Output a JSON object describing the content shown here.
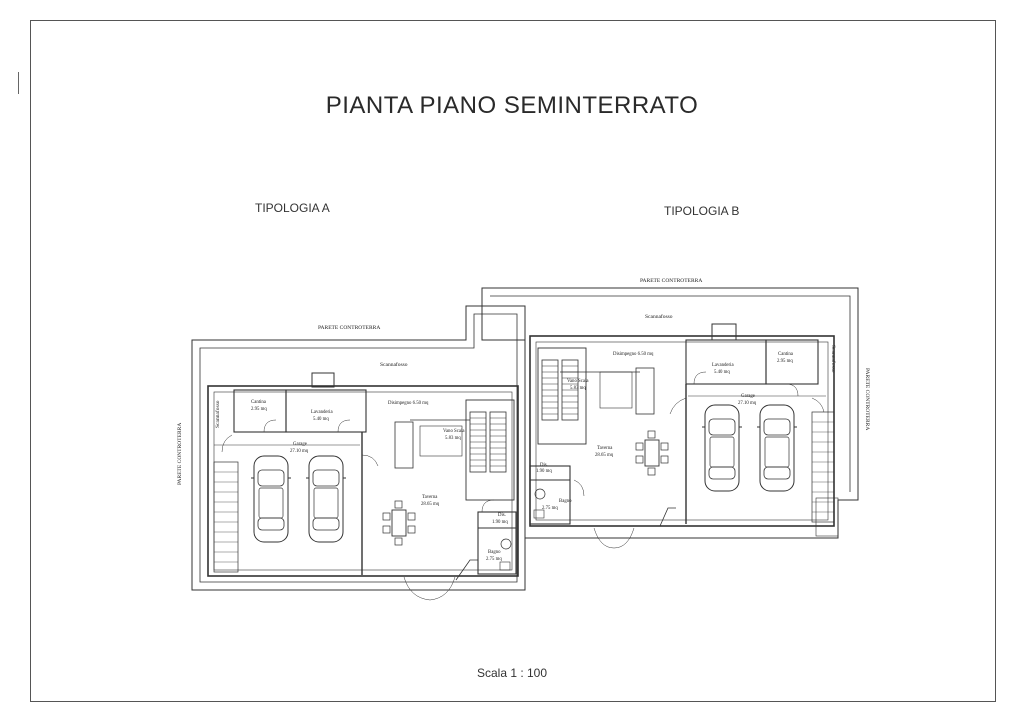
{
  "sheet": {
    "title": "PIANTA PIANO SEMINTERRATO",
    "scale": "Scala 1 : 100"
  },
  "plan_a": {
    "heading": "TIPOLOGIA A",
    "parete_top": "PARETE CONTROTERRA",
    "parete_side": "PARETE CONTROTERRA",
    "scannafosso_top": "Scannafosso",
    "scannafosso_side": "Scannafosso",
    "cantina": {
      "name": "Cantina",
      "area": "2.95 mq"
    },
    "lavanderia": {
      "name": "Lavanderia",
      "area": "5.40 mq"
    },
    "disimpegno": "Disimpegno 6.50 mq",
    "vano_scala": {
      "name": "Vano Scala",
      "area": "5.83 mq"
    },
    "garage": {
      "name": "Garage",
      "area": "27.10 mq"
    },
    "taverna": {
      "name": "Taverna",
      "area": "28.65 mq"
    },
    "dis": {
      "name": "Dis.",
      "area": "1.90 mq"
    },
    "bagno": {
      "name": "Bagno",
      "area": "2.75 mq"
    }
  },
  "plan_b": {
    "heading": "TIPOLOGIA B",
    "parete_top": "PARETE CONTROTERRA",
    "parete_side": "PARETE CONTROTERRA",
    "scannafosso_top": "Scannafosso",
    "scannafosso_side": "Scannafosso",
    "cantina": {
      "name": "Cantina",
      "area": "2.95 mq"
    },
    "lavanderia": {
      "name": "Lavanderia",
      "area": "5.40 mq"
    },
    "disimpegno": "Disimpegno 6.50 mq",
    "vano_scala": {
      "name": "Vano Scala",
      "area": "5.83 mq"
    },
    "garage": {
      "name": "Garage",
      "area": "27.10 mq"
    },
    "taverna": {
      "name": "Taverna",
      "area": "28.65 mq"
    },
    "dis": {
      "name": "Dis.",
      "area": "1.90 mq"
    },
    "bagno": {
      "name": "Bagno",
      "area": "2.75 mq"
    }
  }
}
